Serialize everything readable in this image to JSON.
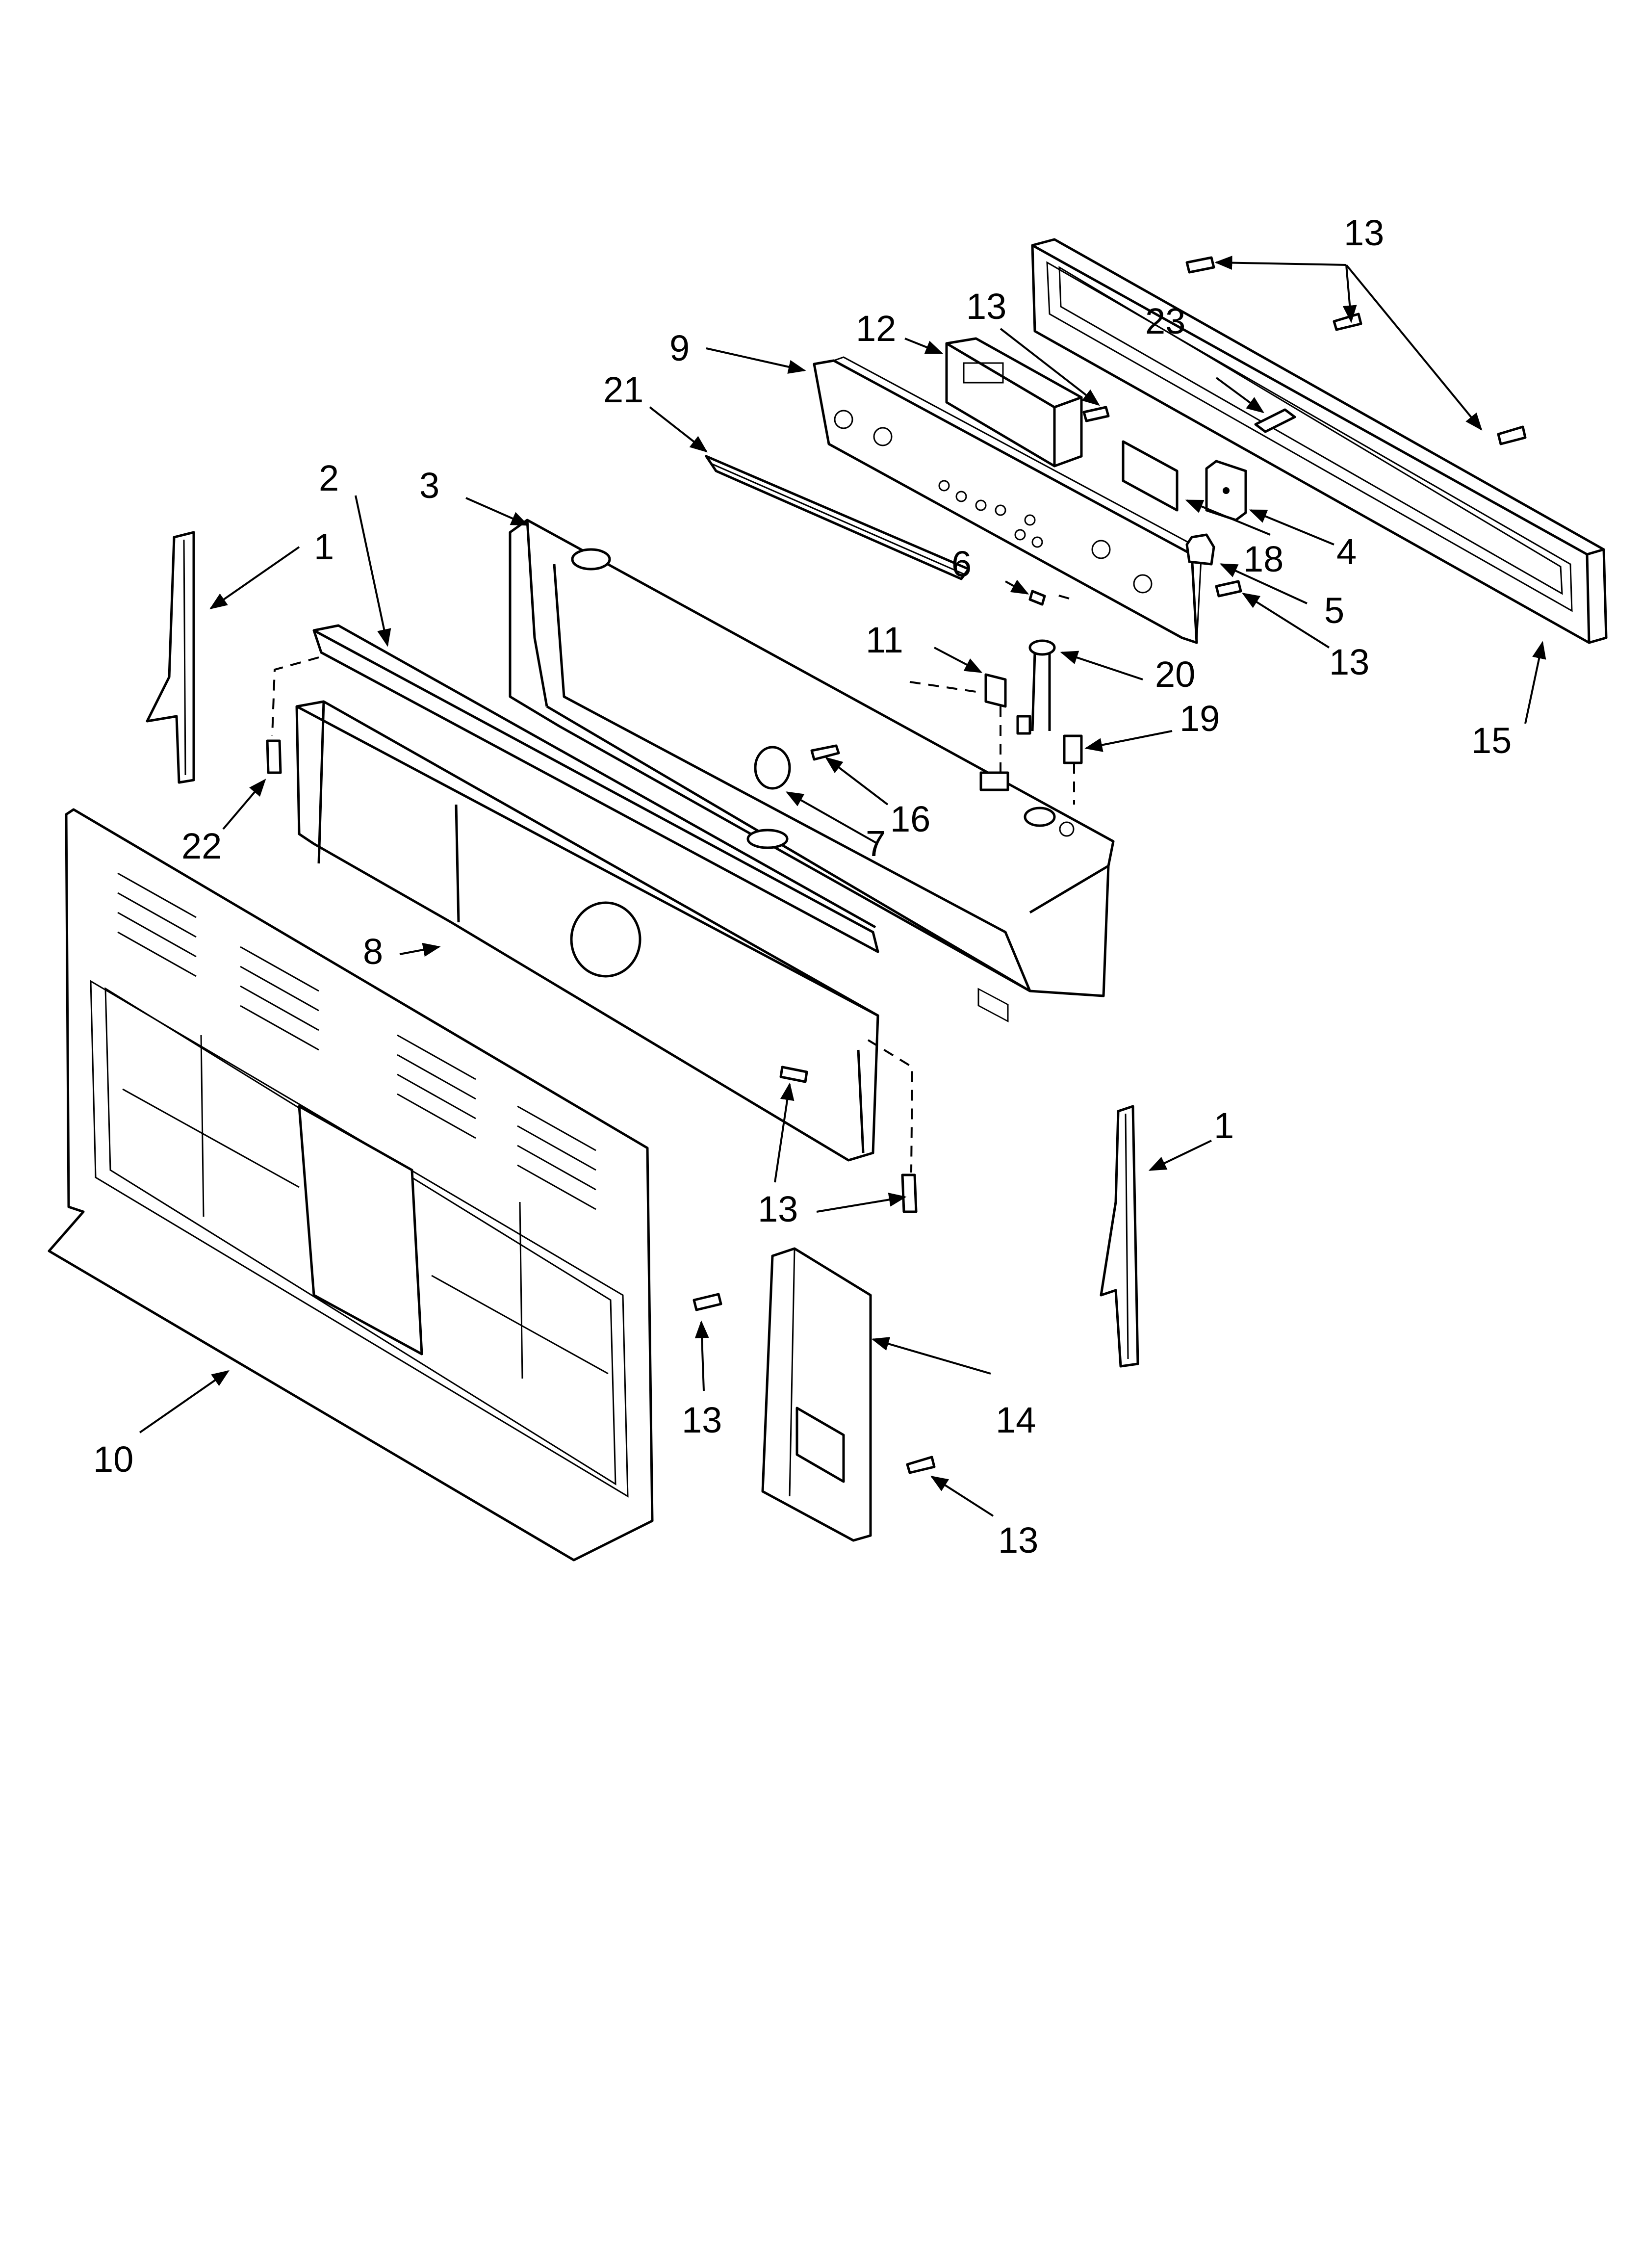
{
  "callouts": {
    "c1a": "1",
    "c1b": "1",
    "c2": "2",
    "c3": "3",
    "c4": "4",
    "c5": "5",
    "c6": "6",
    "c7": "7",
    "c8": "8",
    "c9": "9",
    "c10": "10",
    "c11": "11",
    "c12": "12",
    "c13a": "13",
    "c13b": "13",
    "c13c": "13",
    "c13d": "13",
    "c13e": "13",
    "c13f": "13",
    "c14": "14",
    "c15": "15",
    "c16": "16",
    "c18": "18",
    "c19": "19",
    "c20": "20",
    "c21": "21",
    "c22": "22",
    "c23": "23"
  }
}
